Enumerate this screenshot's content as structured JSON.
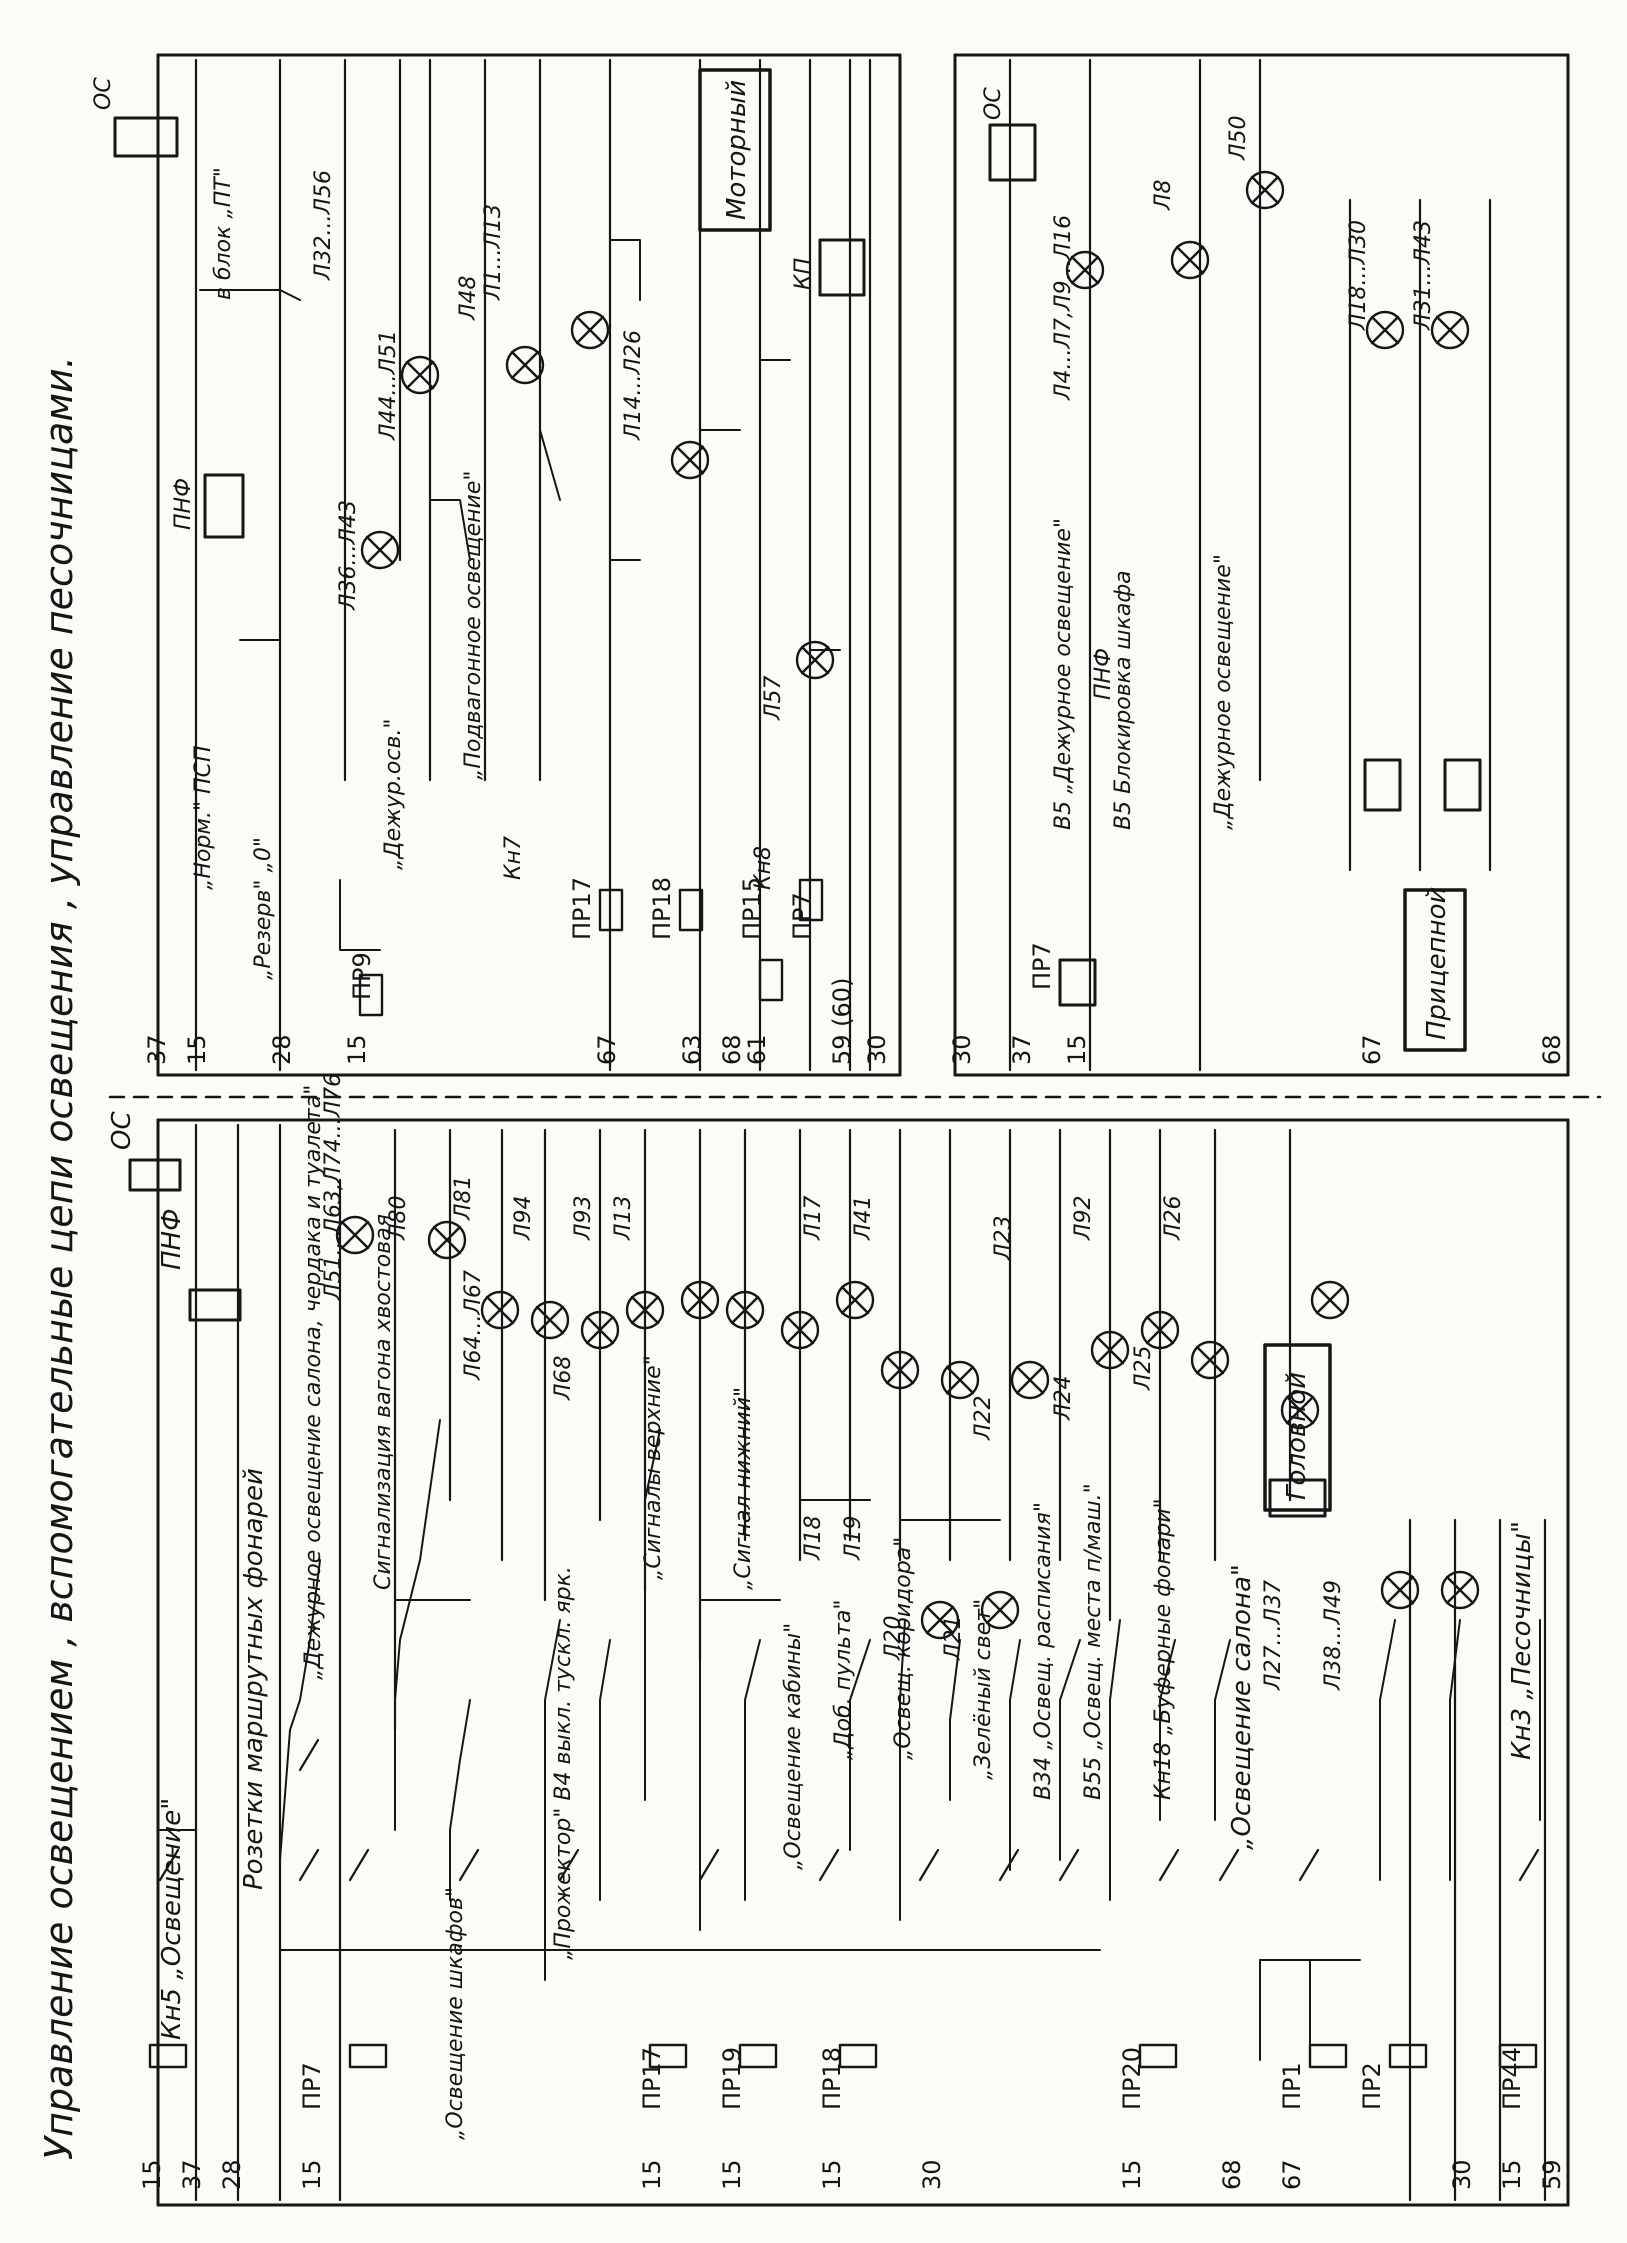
{
  "title": "Управление освещением , вспомогательные цепи освещения , управление песочницами.",
  "top_headnote": "Управление освещением , вспомогательные цепи освещения , управление песочницами.",
  "panels": {
    "motor": {
      "label": "Моторный"
    },
    "trailer": {
      "label": "Прицепной"
    },
    "head": {
      "label": "Головной"
    }
  },
  "lower_half": {
    "wire_labels": [
      "15",
      "37",
      "28",
      "15",
      "ПР7",
      "15",
      "ПР17",
      "15",
      "ПР19",
      "15",
      "ПР18",
      "30",
      "15",
      "ПР20",
      "67",
      "ПР1",
      "ПР2",
      "68",
      "30",
      "15",
      "ПР44",
      "59"
    ],
    "branch_labels": [
      "Кн5 „Освещение\"",
      "Розетки маршрутных фонарей",
      "„Дежурное освещение салона, чердака и туалета\"",
      "Сигнализация вагона хвостовая",
      "„Освещение шкафов\"",
      "„Прожектор\" В4 выкл. тускл. ярк.",
      "„Сигналы верхние\"",
      "„Сигнал нижний\"",
      "„Освещение кабины\"",
      "„Доб. пульта\"",
      "„Освещ. коридора\"",
      "„Зелёный свет\"",
      "В34 „Освещ. расписания\"",
      "В55 „Освещ. места п/маш.\"",
      "Кн18 „Буферные фонари\"",
      "„Освещение салона\"",
      "Кн3 „Песочницы\""
    ],
    "lamp_labels": [
      "Л51...Л63,Л74...Л76",
      "Л80",
      "Л81",
      "Л64...Л67",
      "Л94",
      "Л68",
      "Л93",
      "Л13",
      "Л17",
      "Л41",
      "Л18",
      "Л19",
      "Л20",
      "Л21",
      "Л22",
      "Л23",
      "Л24",
      "Л92",
      "Л25",
      "Л26",
      "Л27...Л37",
      "Л38...Л49"
    ],
    "relay_labels": [
      "ОС",
      "ПНФ"
    ]
  },
  "upper_half": {
    "wire_labels": [
      "37",
      "15",
      "28",
      "15",
      "ПР9",
      "67",
      "63",
      "ПР17",
      "ПР18",
      "68",
      "61",
      "ПР15",
      "ПР7",
      "59 (60)",
      "30"
    ],
    "branch_labels": [
      "„Норм.\" ПСП",
      "„Резерв\" „0\"",
      "„Дежур.осв.\"",
      "„Подвагонное освещение\"",
      "Кн7",
      "Кн8"
    ],
    "lamp_labels": [
      "Л36...Л43",
      "Л44...Л51",
      "Л32...Л56",
      "Л48",
      "Л1...Л13",
      "Л14...Л26",
      "Л57"
    ],
    "relay_labels": [
      "ОС",
      "ПНФ",
      "КП"
    ],
    "note": "в блок „ПТ\""
  },
  "trailer_half": {
    "wire_labels": [
      "30",
      "37",
      "15",
      "ПР7",
      "67",
      "68"
    ],
    "branch_labels": [
      "В5 „Дежурное освещение\"",
      "В5 Блокировка шкафа",
      "„Дежурное освещение\""
    ],
    "lamp_labels": [
      "Л4...Л7,Л9...Л16",
      "Л8",
      "Л50",
      "Л18...Л30",
      "Л31...Л43"
    ],
    "relay_labels": [
      "ОС",
      "ПНФ"
    ]
  }
}
